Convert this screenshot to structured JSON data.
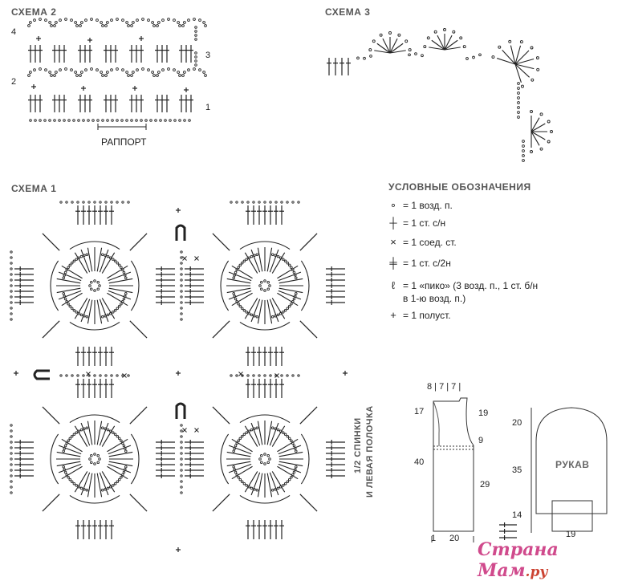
{
  "scheme2": {
    "title": "СХЕМА 2",
    "rows": [
      "4",
      "3",
      "2",
      "1"
    ],
    "repeat_label": "РАППОРТ"
  },
  "scheme3": {
    "title": "СХЕМА 3"
  },
  "scheme1": {
    "title": "СХЕМА 1"
  },
  "legend": {
    "title": "УСЛОВНЫЕ ОБОЗНАЧЕНИЯ",
    "items": [
      {
        "symbol": "∘",
        "text": "= 1 возд. п.",
        "icon": "chain-stitch-icon"
      },
      {
        "symbol": "┼",
        "text": "= 1 ст. с/н",
        "icon": "double-crochet-icon"
      },
      {
        "symbol": "×",
        "text": "= 1 соед. ст.",
        "icon": "slip-stitch-icon"
      },
      {
        "symbol": "╪",
        "text": "= 1 ст. с/2н",
        "icon": "treble-crochet-icon"
      },
      {
        "symbol": "ℓ",
        "text": "= 1 «пико» (3 возд. п., 1 ст. б/н",
        "text2": "в 1-ю возд. п.)",
        "icon": "picot-icon"
      },
      {
        "symbol": "+",
        "text": "= 1 полуст.",
        "icon": "half-stitch-icon"
      }
    ]
  },
  "pattern_back": {
    "label_line1": "1/2 СПИНКИ",
    "label_line2": "И ЛЕВАЯ ПОЛОЧКА",
    "top_dims": "8 | 7 | 7 |",
    "dims": {
      "d17": "17",
      "d19": "19",
      "d9": "9",
      "d40": "40",
      "d29": "29",
      "d1": "1",
      "d20": "20"
    }
  },
  "pattern_sleeve": {
    "label": "РУКАВ",
    "dims": {
      "d20": "20",
      "d35": "35",
      "d14": "14",
      "d19": "19"
    }
  },
  "watermark": {
    "text": "Страна Мам",
    "suffix": ".ру"
  }
}
